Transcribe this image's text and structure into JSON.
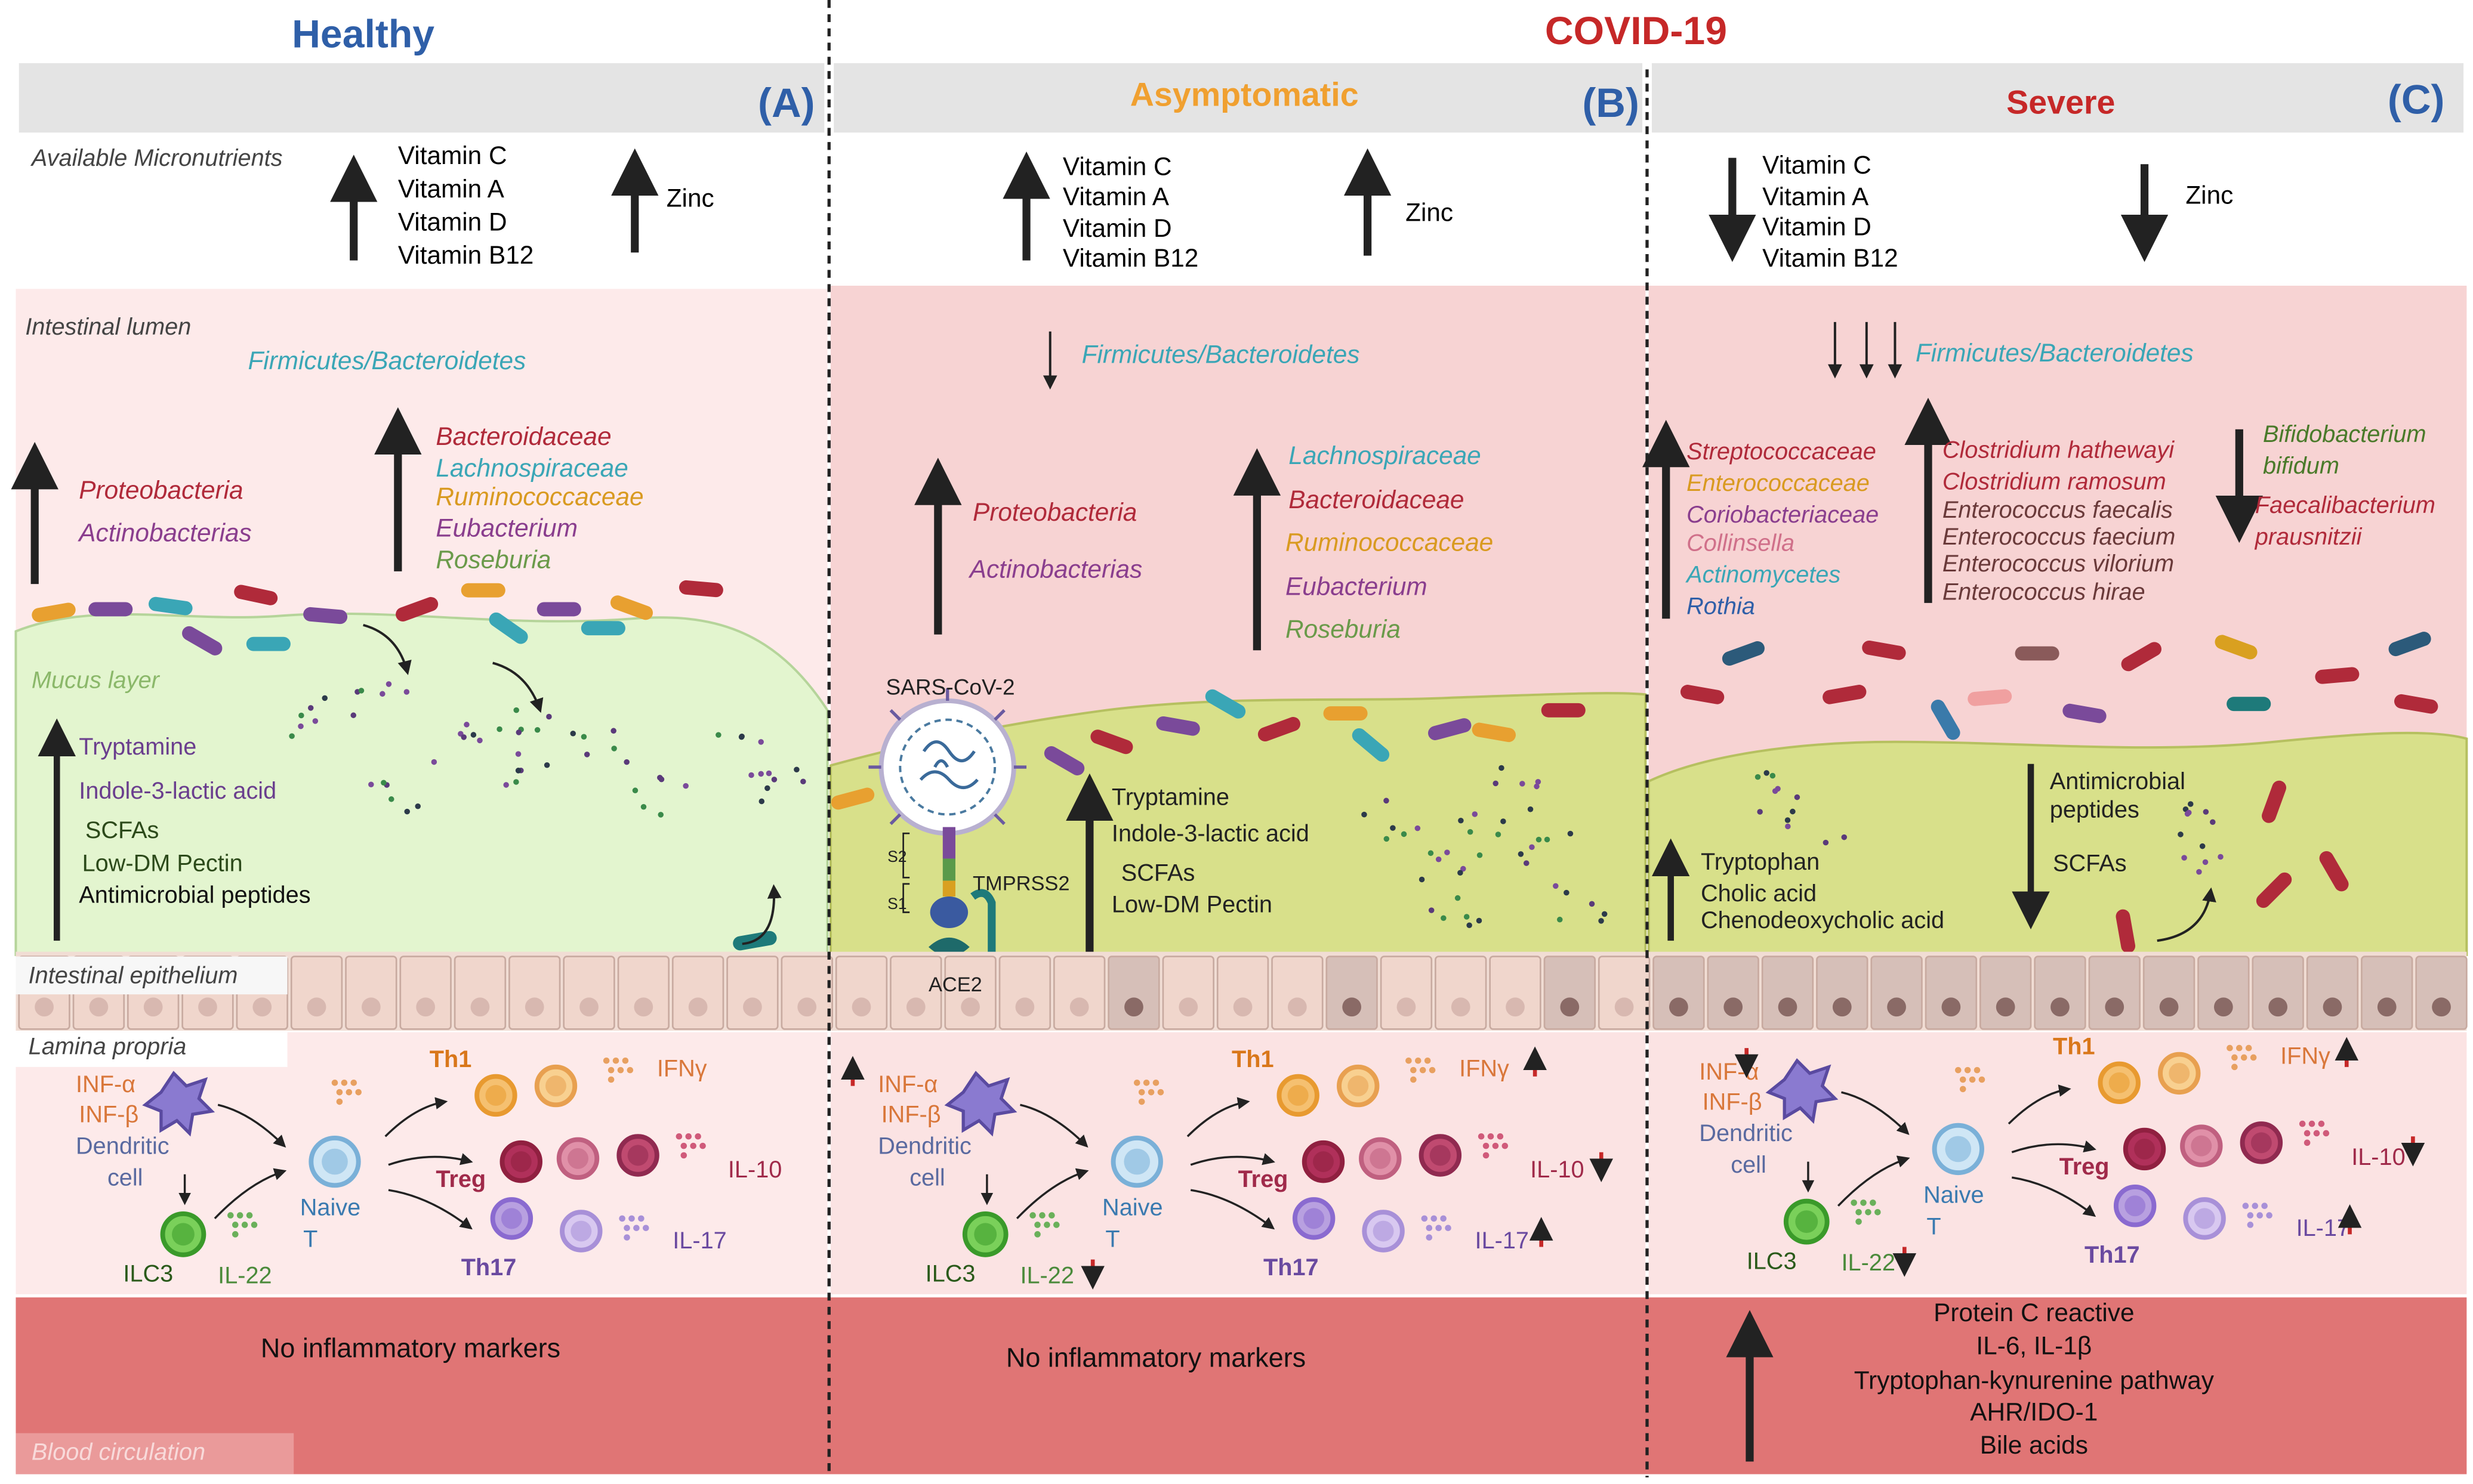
{
  "header": {
    "healthy_title": "Healthy",
    "covid_title": "COVID-19",
    "asymptomatic_title": "Asymptomatic",
    "severe_title": "Severe",
    "label_a": "(A)",
    "label_b": "(B)",
    "label_c": "(C)"
  },
  "colors": {
    "healthy_blue": "#2f5fa8",
    "covid_red": "#c62828",
    "asymptomatic_orange": "#f0a030",
    "lumen_healthy": "#fdeaea",
    "lumen_covid": "#f7d3d3",
    "mucus_healthy": "#e3f5cf",
    "mucus_covid": "#d8e08a",
    "blood": "#e07575",
    "epithelium": "#f1ddd4"
  },
  "layers": {
    "micronutrients": "Available Micronutrients",
    "lumen": "Intestinal lumen",
    "mucus": "Mucus layer",
    "epithelium": "Intestinal epithelium",
    "lamina": "Lamina propria",
    "blood": "Blood circulation"
  },
  "micronutrients": {
    "vitamins": [
      "Vitamin C",
      "Vitamin A",
      "Vitamin D",
      "Vitamin B12"
    ],
    "zinc": "Zinc"
  },
  "healthy": {
    "ratio": "Firmicutes/Bacteroidetes",
    "left_taxa": [
      "Proteobacteria",
      "Actinobacterias"
    ],
    "right_taxa": [
      "Bacteroidaceae",
      "Lachnospiraceae",
      "Ruminococcaceae",
      "Eubacterium",
      "Roseburia"
    ],
    "metabolites": [
      "Tryptamine",
      "Indole-3-lactic acid",
      "SCFAs",
      "Low-DM Pectin",
      "Antimicrobial peptides"
    ],
    "blood_text": "No inflammatory markers"
  },
  "asymptomatic": {
    "ratio": "Firmicutes/Bacteroidetes",
    "left_taxa": [
      "Proteobacteria",
      "Actinobacterias"
    ],
    "right_taxa": [
      "Lachnospiraceae",
      "Bacteroidaceae",
      "Ruminococcaceae",
      "Eubacterium",
      "Roseburia"
    ],
    "virus": "SARS-CoV-2",
    "s2": "S2",
    "s1": "S1",
    "tmprss2": "TMPRSS2",
    "ace2": "ACE2",
    "metabolites": [
      "Tryptamine",
      "Indole-3-lactic acid",
      "SCFAs",
      "Low-DM Pectin"
    ],
    "blood_text": "No inflammatory markers"
  },
  "severe": {
    "ratio": "Firmicutes/Bacteroidetes",
    "col1_taxa": [
      "Streptococcaceae",
      "Enterococcaceae",
      "Coriobacteriaceae",
      "Collinsella",
      "Actinomycetes",
      "Rothia"
    ],
    "col2_taxa": [
      "Clostridium hathewayi",
      "Clostridium ramosum",
      "Enterococcus faecalis",
      "Enterococcus faecium",
      "Enterococcus vilorium",
      "Enterococcus hirae"
    ],
    "col3_taxa": [
      "Bifidobacterium bifidum",
      "Faecalibacterium prausnitzii"
    ],
    "metabolites_left": [
      "Tryptophan",
      "Cholic acid",
      "Chenodeoxycholic acid"
    ],
    "metabolites_right": [
      "Antimicrobial peptides",
      "SCFAs"
    ],
    "blood_markers": [
      "Protein C reactive",
      "IL-6, IL-1β",
      "Tryptophan-kynurenine pathway",
      "AHR/IDO-1",
      "Bile acids"
    ]
  },
  "immune": {
    "inf_a": "INF-α",
    "inf_b": "INF-β",
    "dendritic": "Dendritic cell",
    "naive": "Naive T cell",
    "ilc3": "ILC3",
    "il22": "IL-22",
    "th1": "Th1",
    "ifng": "IFNγ",
    "treg": "Treg",
    "il10": "IL-10",
    "th17": "Th17",
    "il17": "IL-17"
  }
}
